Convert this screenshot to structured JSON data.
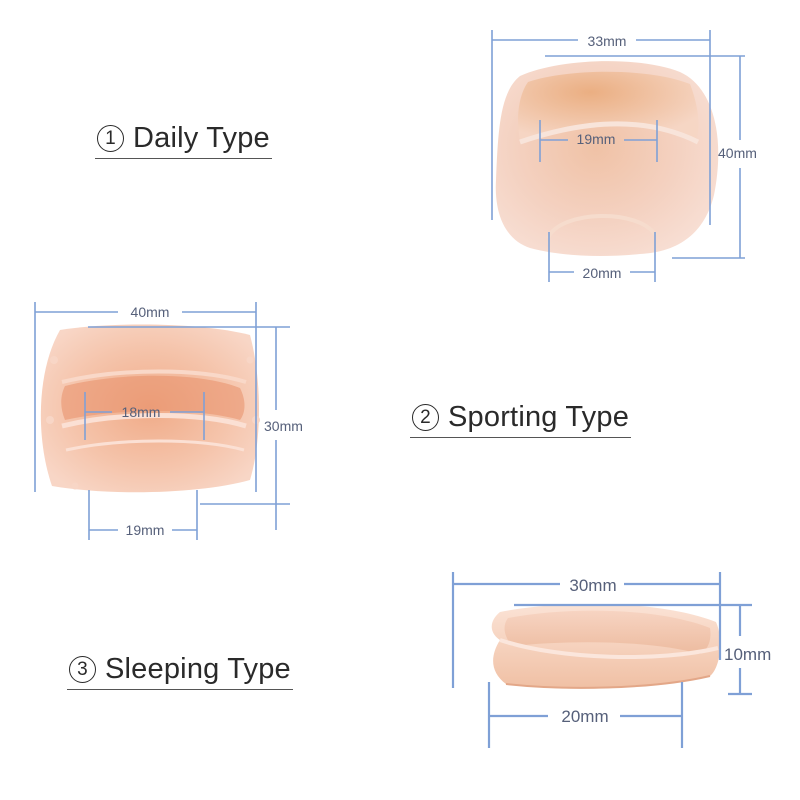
{
  "products": [
    {
      "number": "1",
      "name": "Daily Type",
      "dimensions": {
        "width": "33mm",
        "height": "40mm",
        "inner": "19mm",
        "base": "20mm"
      }
    },
    {
      "number": "2",
      "name": "Sporting Type",
      "dimensions": {
        "width": "40mm",
        "height": "30mm",
        "inner": "18mm",
        "base": "19mm"
      }
    },
    {
      "number": "3",
      "name": "Sleeping Type",
      "dimensions": {
        "width": "30mm",
        "height": "10mm",
        "base": "20mm"
      }
    }
  ],
  "colors": {
    "dimension_line": "#7fa0d6",
    "product": "#f3c6b1",
    "text": "#2a2a2a"
  }
}
